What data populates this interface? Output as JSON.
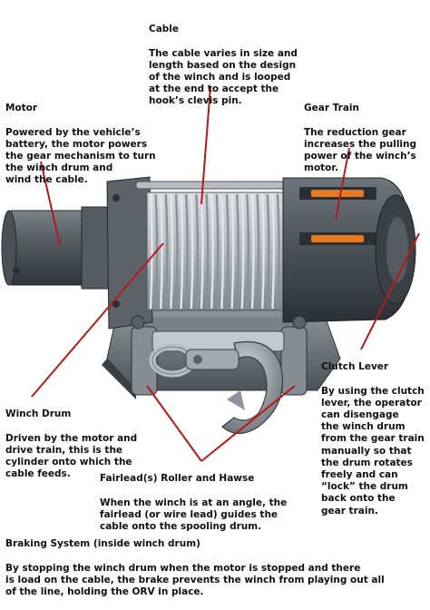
{
  "colors": {
    "leader_line": "#b31b1b",
    "metal_dark": "#3e4348",
    "metal_mid": "#6d737a",
    "metal_light": "#a7adb3",
    "cable": "#c9cdd1",
    "accent_orange": "#e8791e"
  },
  "labels": {
    "cable": {
      "title": "Cable",
      "desc": "The cable varies in size and\nlength based on the design\nof the winch and is looped\nat the end to accept the\nhook’s clevis pin."
    },
    "motor": {
      "title": "Motor",
      "desc": "Powered by the vehicle’s\nbattery, the motor powers\nthe gear mechanism to turn\nthe winch drum and\nwind the cable."
    },
    "gear_train": {
      "title": "Gear Train",
      "desc": "The reduction gear\nincreases the pulling\npower of the winch’s\nmotor."
    },
    "clutch_lever": {
      "title": "Clutch Lever",
      "desc": "By using the clutch\nlever, the operator\ncan disengage\nthe winch drum\nfrom the gear train\nmanually so that\nthe drum rotates\nfreely and can\n“lock” the drum\nback onto the\ngear train."
    },
    "winch_drum": {
      "title": "Winch Drum",
      "desc": "Driven by the motor and\ndrive train, this is the\ncylinder onto which the\ncable feeds."
    },
    "fairlead": {
      "title": "Fairlead(s) Roller and Hawse",
      "desc": "When the winch is at an angle, the\nfairlead (or wire lead) guides the\ncable onto the spooling drum."
    },
    "braking_system": {
      "title": "Braking System (inside winch drum)",
      "desc": "By stopping the winch drum when the motor is stopped and there\nis load on the cable, the brake prevents the winch from playing out all\nof the line, holding the ORV in place."
    }
  }
}
